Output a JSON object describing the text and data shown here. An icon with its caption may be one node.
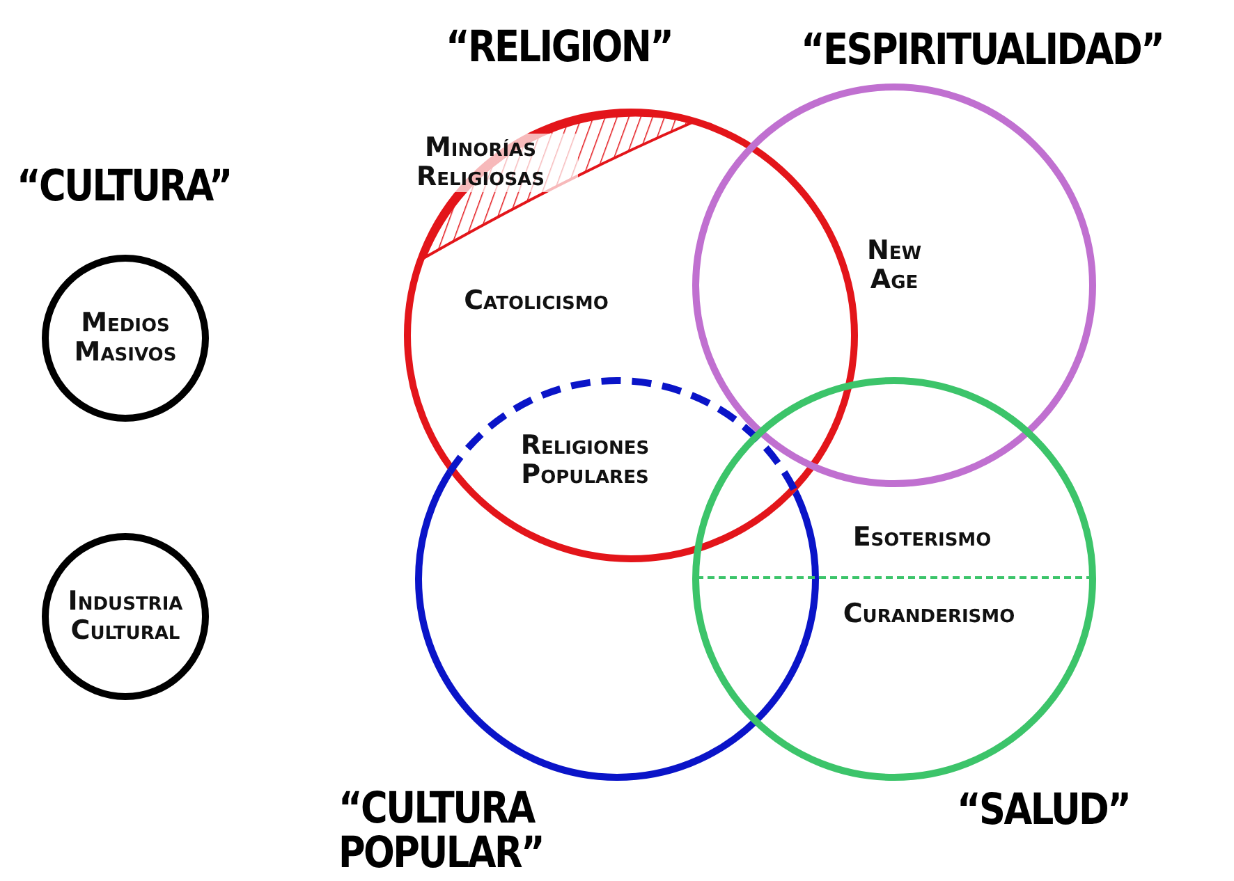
{
  "diagram": {
    "nodes": [
      {
        "text": [
          "“RELIGION”",
          "Catolicismo"
        ]
      },
      {
        "text": [
          "Minorías Religiosas"
        ],
        "in": 0
      },
      {
        "text": [
          "“ESPIRITUALIDAD”",
          "New Age"
        ]
      },
      {
        "text": [
          "Medios Masivos"
        ]
      },
      {
        "text": [
          "Industria Cultural"
        ]
      },
      {
        "text": [
          "“CULTURA POPULAR”"
        ]
      },
      {
        "text": [
          "Esoterismo",
          "Curanderismo",
          "“SALUD”"
        ]
      }
    ],
    "edges": [],
    "labels": [
      "“CULTURA”",
      "Religiones Populares"
    ]
  }
}
